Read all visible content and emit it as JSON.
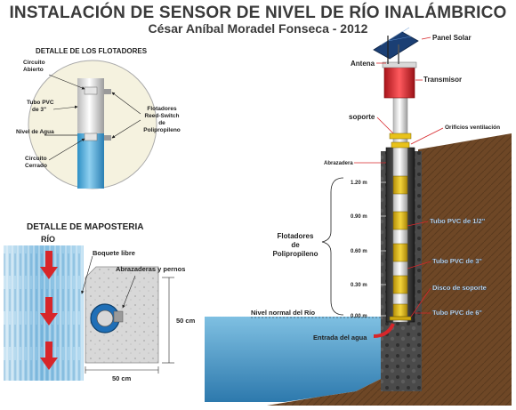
{
  "title": "INSTALACIÓN DE SENSOR DE NIVEL DE RÍO INALÁMBRICO",
  "subtitle": "César Aníbal Moradel Fonseca - 2012",
  "float_detail": {
    "heading": "DETALLE DE LOS FLOTADORES",
    "open_circuit": "Circuito Abierto",
    "pvc_tube": "Tubo PVC de 3\"",
    "water_level": "Nivel de Agua",
    "closed_circuit": "Circuito Cerrado",
    "reed_floats": "Flotadores Reed-Switch de Polipropileno"
  },
  "masonry_detail": {
    "heading": "DETALLE DE MAPOSTERIA",
    "river": "RÍO",
    "free_gap": "Boquete libre",
    "clamps_bolts": "Abrazaderas y pernos",
    "height_dim": "50 cm",
    "width_dim": "50 cm"
  },
  "installation": {
    "solar_panel": "Panel Solar",
    "antenna": "Antena",
    "transmitter": "Transmisor",
    "support": "soporte",
    "vent_holes": "Orificios ventilación",
    "clamp": "Abrazadera",
    "floats": "Flotadores de Polipropileno",
    "levels": [
      "1.20 m",
      "0.90 m",
      "0.60 m",
      "0.30 m",
      "0.00 m"
    ],
    "pvc_half": "Tubo PVC de 1/2\"",
    "pvc_3": "Tubo PVC de 3\"",
    "support_disc": "Disco de soporte",
    "pvc_6": "Tubo PVC de 6\"",
    "normal_level": "Nivel normal del Río",
    "water_inlet": "Entrada del agua"
  },
  "colors": {
    "water": "#5aa6d2",
    "earth": "#6b4424",
    "rock": "#3d3d3d",
    "yellow_pipe": "#e8c21a",
    "red": "#d7262a",
    "label_box": "#1f6fb7"
  }
}
